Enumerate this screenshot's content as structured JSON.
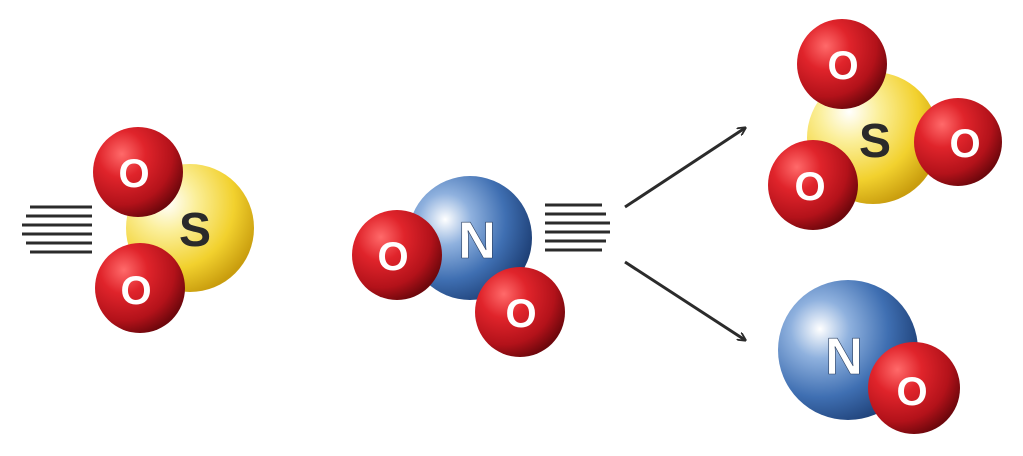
{
  "colors": {
    "oxygen": "#c8141c",
    "sulfur": "#f2d12e",
    "nitrogen": "#3f6fb2",
    "arrow": "#2b2b2b",
    "speed_lines": "#2b2b2b"
  },
  "molecules": {
    "so2": {
      "sulfur_label": "S",
      "oxygen_top_label": "O",
      "oxygen_bottom_label": "O"
    },
    "no2": {
      "nitrogen_label": "N",
      "oxygen_left_label": "O",
      "oxygen_bottom_label": "O"
    },
    "so3": {
      "sulfur_label": "S",
      "oxygen_top_label": "O",
      "oxygen_right_label": "O",
      "oxygen_left_label": "O"
    },
    "no": {
      "nitrogen_label": "N",
      "oxygen_label": "O"
    }
  }
}
